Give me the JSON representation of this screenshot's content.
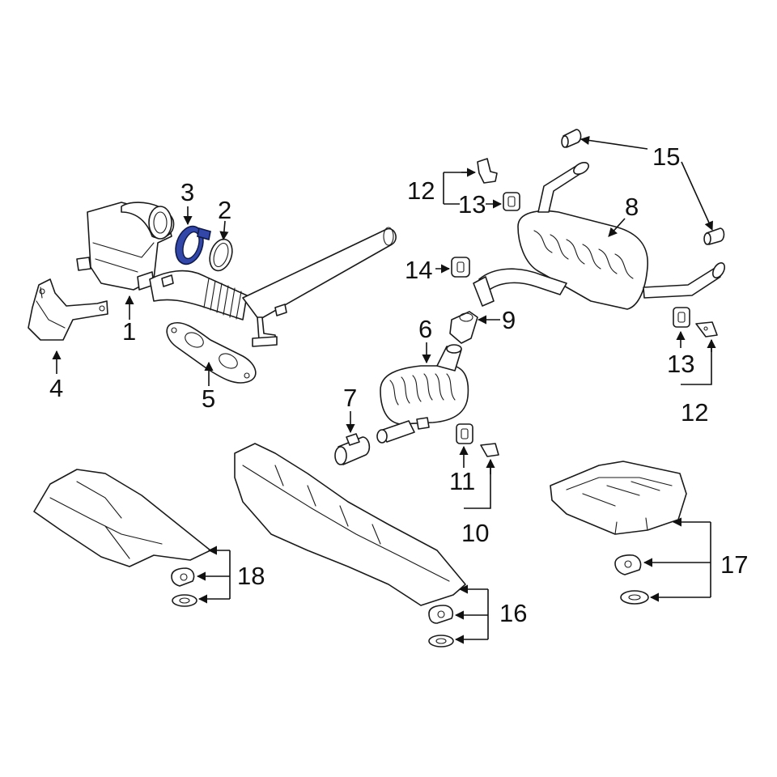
{
  "diagram": {
    "highlight_color": "#3347a8",
    "callouts": {
      "c1": "1",
      "c2": "2",
      "c3": "3",
      "c4": "4",
      "c5": "5",
      "c6": "6",
      "c7": "7",
      "c8": "8",
      "c9": "9",
      "c10": "10",
      "c11": "11",
      "c12_top": "12",
      "c12_right": "12",
      "c13_top": "13",
      "c13_right": "13",
      "c14": "14",
      "c15": "15",
      "c16": "16",
      "c17": "17",
      "c18": "18"
    }
  }
}
